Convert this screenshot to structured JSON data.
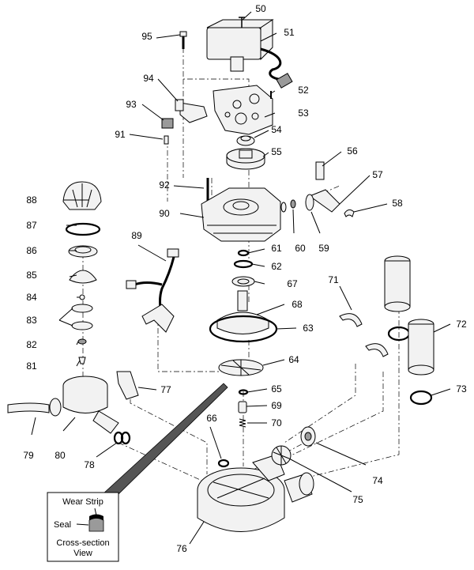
{
  "callouts": [
    "50",
    "51",
    "95",
    "52",
    "94",
    "53",
    "93",
    "54",
    "91",
    "55",
    "56",
    "57",
    "92",
    "58",
    "88",
    "90",
    "60",
    "59",
    "87",
    "61",
    "86",
    "62",
    "89",
    "85",
    "67",
    "71",
    "84",
    "68",
    "72",
    "83",
    "63",
    "82",
    "64",
    "81",
    "77",
    "65",
    "73",
    "69",
    "79",
    "80",
    "70",
    "66",
    "78",
    "74",
    "75",
    "76"
  ],
  "legend": {
    "wear_strip": "Wear Strip",
    "seal": "Seal",
    "cross_section_line1": "Cross-section",
    "cross_section_line2": "View"
  }
}
